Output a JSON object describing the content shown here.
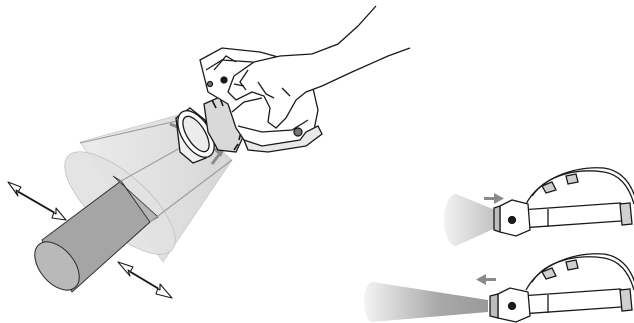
{
  "figure": {
    "panels": [
      {
        "id": "main-headlamp-focus"
      },
      {
        "id": "headband-spot-mode"
      },
      {
        "id": "headband-flood-mode"
      }
    ],
    "colors": {
      "line": "#1a1a1a",
      "beam_light": "#d9d9d9",
      "beam_dark": "#a8a8a8",
      "arrow_gray": "#8a8a8a",
      "background": "#ffffff"
    },
    "icons": [
      "hand-icon",
      "headlamp-icon",
      "double-arrow-icon",
      "light-beam-icon",
      "headband-icon",
      "direction-arrow-icon"
    ]
  }
}
